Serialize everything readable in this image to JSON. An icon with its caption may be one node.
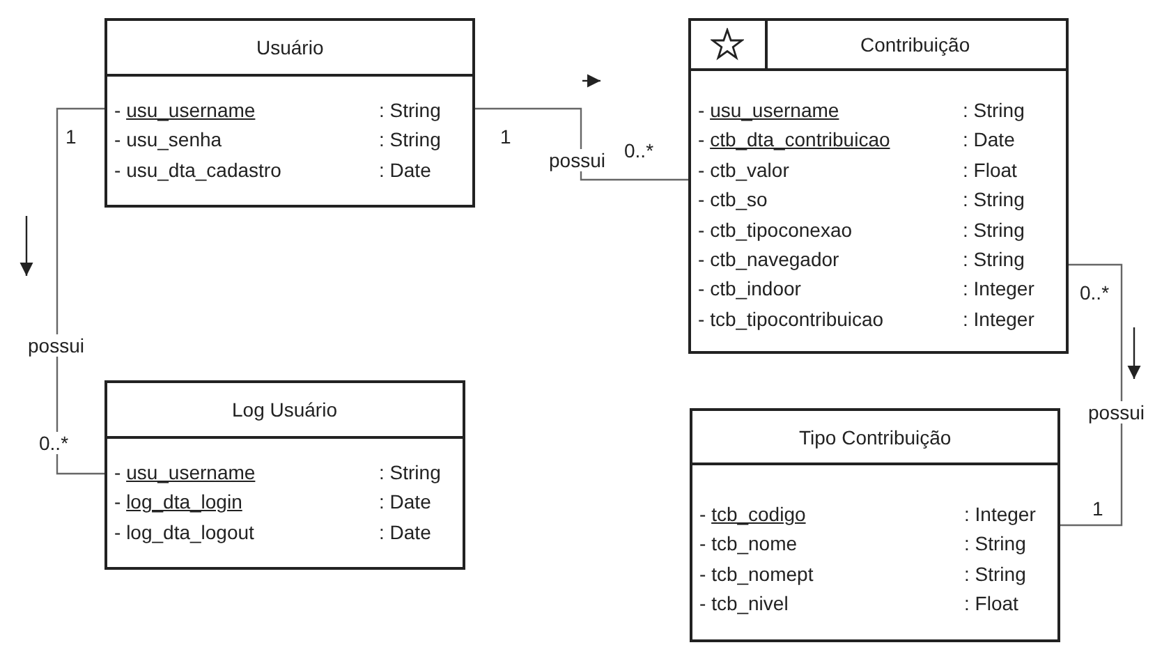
{
  "diagram": {
    "nodes": [
      {
        "text": [
          "Usuário",
          "- usu_username : String",
          "- usu_senha : String",
          "- usu_dta_cadastro : Date"
        ]
      },
      {
        "text": [
          "Contribuição",
          "- usu_username : String",
          "- ctb_dta_contribuicao : Date",
          "- ctb_valor : Float",
          "- ctb_so : String",
          "- ctb_tipoconexao : String",
          "- ctb_navegador : String",
          "- ctb_indoor : Integer",
          "- tcb_tipocontribuicao : Integer"
        ]
      },
      {
        "text": [
          "Log Usuário",
          "- usu_username : String",
          "- log_dta_login : Date",
          "- log_dta_logout : Date"
        ]
      },
      {
        "text": [
          "Tipo Contribuição",
          "- tcb_codigo : Integer",
          "- tcb_nome : String",
          "- tcb_nomept : String",
          "- tcb_nivel : Float"
        ]
      }
    ],
    "edges": [
      {
        "from": 0,
        "to": 2,
        "arrow": "none",
        "label": "possui"
      },
      {
        "from": 0,
        "to": 1,
        "arrow": "none",
        "label": "possui"
      },
      {
        "from": 1,
        "to": 3,
        "arrow": "none",
        "label": "possui"
      }
    ],
    "labels": [
      "1",
      "1",
      "0..*",
      "0..*",
      "0..*",
      "1"
    ]
  }
}
